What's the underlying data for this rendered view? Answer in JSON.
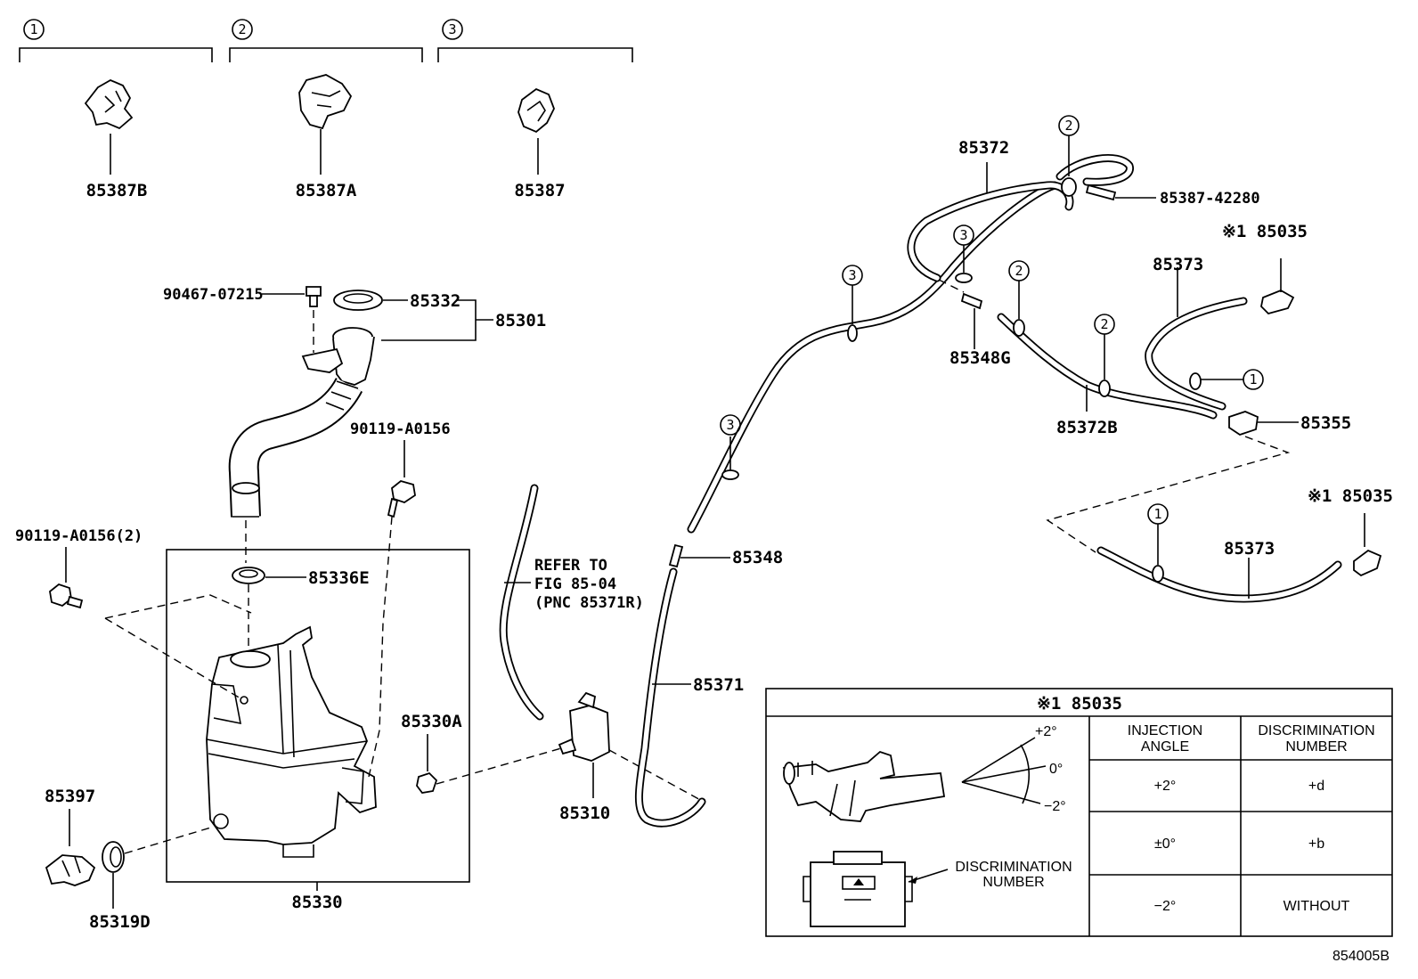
{
  "circled": {
    "one": "1",
    "two": "2",
    "three": "3"
  },
  "clip_groups": {
    "g1_part": "85387B",
    "g2_part": "85387A",
    "g3_part": "85387"
  },
  "parts": {
    "p90467": "90467-07215",
    "p85332": "85332",
    "p85301": "85301",
    "p90119": "90119-A0156",
    "p90119x2": "90119-A0156(2)",
    "p85336E": "85336E",
    "p85330A": "85330A",
    "p85330": "85330",
    "p85397": "85397",
    "p85319D": "85319D",
    "p85310": "85310",
    "p85371": "85371",
    "p85348": "85348",
    "p85348G": "85348G",
    "p85372": "85372",
    "p85372B": "85372B",
    "p85387_42280": "85387-42280",
    "p85035_top": "※1 85035",
    "p85035_bot": "※1 85035",
    "p85373_top": "85373",
    "p85373_bot": "85373",
    "p85355": "85355"
  },
  "refer_note": {
    "line1": "REFER TO",
    "line2": "FIG 85-04",
    "line3": "(PNC 85371R)"
  },
  "table": {
    "title": "※1 85035",
    "col1_header_l1": "INJECTION",
    "col1_header_l2": "ANGLE",
    "col2_header_l1": "DISCRIMINATION",
    "col2_header_l2": "NUMBER",
    "rows": [
      {
        "angle": "+2°",
        "number": "+d"
      },
      {
        "angle": "±0°",
        "number": "+b"
      },
      {
        "angle": "−2°",
        "number": "WITHOUT"
      }
    ],
    "angle_plus": "+2°",
    "angle_zero": "0°",
    "angle_minus": "−2°",
    "disc_label_l1": "DISCRIMINATION",
    "disc_label_l2": "NUMBER"
  },
  "figure_number": "854005B"
}
